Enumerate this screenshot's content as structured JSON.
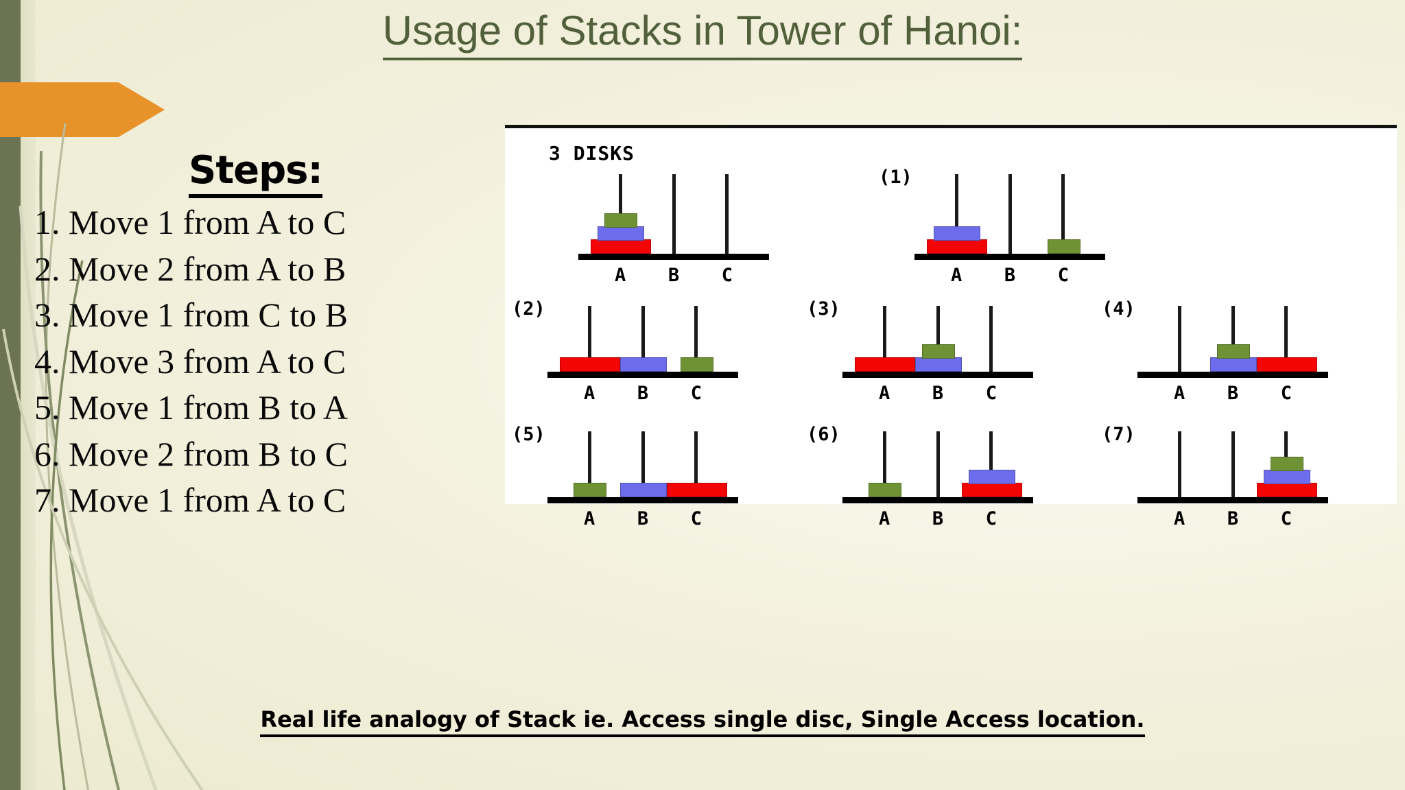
{
  "slide": {
    "title": "Usage of Stacks in Tower of Hanoi:",
    "steps_heading": "Steps:",
    "caption": "Real life analogy of Stack ie. Access single disc, Single Access location.",
    "steps": [
      "Move 1 from A to C",
      "Move 2 from A to B",
      "Move 1 from C to B",
      "Move 3 from A to C",
      "Move 1 from B to A",
      "Move 2 from B to C",
      "Move 1 from A to C"
    ]
  },
  "colors": {
    "accent_orange": "#e8922a",
    "title_olive": "#51603b",
    "band_olive": "#6c7353",
    "background": "#f2f1dd",
    "disk_large_red": "#f30505",
    "disk_medium_blue": "#6c6ced",
    "disk_small_green": "#6f9235",
    "peg_black": "#1a1a1a"
  },
  "diagram": {
    "label": "3 DISKS",
    "peg_labels": [
      "A",
      "B",
      "C"
    ],
    "disk_legend": [
      {
        "name": "large",
        "color": "#f30505",
        "width": 86
      },
      {
        "name": "medium",
        "color": "#6c6ced",
        "width": 66
      },
      {
        "name": "small",
        "color": "#6f9235",
        "width": 46
      }
    ],
    "frames": [
      {
        "id": "initial",
        "number": "",
        "A": [
          "large",
          "medium",
          "small"
        ],
        "B": [],
        "C": []
      },
      {
        "id": "step1",
        "number": "(1)",
        "A": [
          "large",
          "medium"
        ],
        "B": [],
        "C": [
          "small"
        ]
      },
      {
        "id": "step2",
        "number": "(2)",
        "A": [
          "large"
        ],
        "B": [
          "medium"
        ],
        "C": [
          "small"
        ]
      },
      {
        "id": "step3",
        "number": "(3)",
        "A": [
          "large"
        ],
        "B": [
          "medium",
          "small"
        ],
        "C": []
      },
      {
        "id": "step4",
        "number": "(4)",
        "A": [],
        "B": [
          "medium",
          "small"
        ],
        "C": [
          "large"
        ]
      },
      {
        "id": "step5",
        "number": "(5)",
        "A": [
          "small"
        ],
        "B": [
          "medium"
        ],
        "C": [
          "large"
        ]
      },
      {
        "id": "step6",
        "number": "(6)",
        "A": [
          "small"
        ],
        "B": [],
        "C": [
          "large",
          "medium"
        ]
      },
      {
        "id": "step7",
        "number": "(7)",
        "A": [],
        "B": [],
        "C": [
          "large",
          "medium",
          "small"
        ]
      }
    ]
  }
}
